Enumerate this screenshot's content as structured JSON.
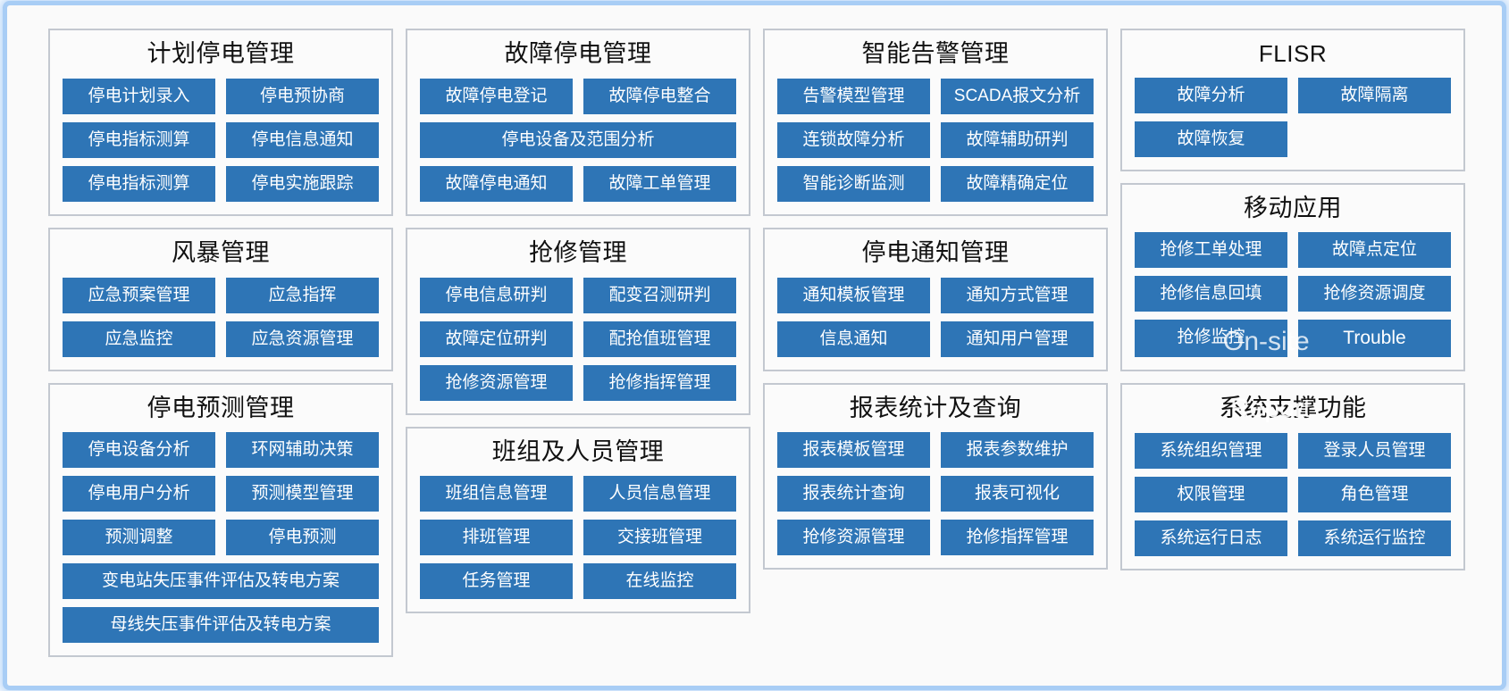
{
  "theme": {
    "button_blue": "#2e75b6",
    "panel_border": "#c3c8d0",
    "page_background": "#fafafa",
    "glow_blue": "#a8cdf5",
    "title_color": "#111111"
  },
  "overlays": [
    {
      "id": "on-site",
      "text": "On-site"
    },
    {
      "id": "report",
      "text": "Report"
    }
  ],
  "columns": [
    {
      "panels": [
        {
          "title": "计划停电管理",
          "rows": [
            [
              "停电计划录入",
              "停电预协商"
            ],
            [
              "停电指标测算",
              "停电信息通知"
            ],
            [
              "停电指标测算",
              "停电实施跟踪"
            ]
          ]
        },
        {
          "title": "风暴管理",
          "rows": [
            [
              "应急预案管理",
              "应急指挥"
            ],
            [
              "应急监控",
              "应急资源管理"
            ]
          ]
        },
        {
          "title": "停电预测管理",
          "rows": [
            [
              "停电设备分析",
              "环网辅助决策"
            ],
            [
              "停电用户分析",
              "预测模型管理"
            ],
            [
              "预测调整",
              "停电预测"
            ],
            [
              "变电站失压事件评估及转电方案"
            ],
            [
              "母线失压事件评估及转电方案"
            ]
          ]
        }
      ]
    },
    {
      "panels": [
        {
          "title": "故障停电管理",
          "rows": [
            [
              "故障停电登记",
              "故障停电整合"
            ],
            [
              "停电设备及范围分析"
            ],
            [
              "故障停电通知",
              "故障工单管理"
            ]
          ]
        },
        {
          "title": "抢修管理",
          "rows": [
            [
              "停电信息研判",
              "配变召测研判"
            ],
            [
              "故障定位研判",
              "配抢值班管理"
            ],
            [
              "抢修资源管理",
              "抢修指挥管理"
            ]
          ]
        },
        {
          "title": "班组及人员管理",
          "rows": [
            [
              "班组信息管理",
              "人员信息管理"
            ],
            [
              "排班管理",
              "交接班管理"
            ],
            [
              "任务管理",
              "在线监控"
            ]
          ]
        }
      ]
    },
    {
      "panels": [
        {
          "title": "智能告警管理",
          "rows": [
            [
              "告警模型管理",
              "SCADA报文分析"
            ],
            [
              "连锁故障分析",
              "故障辅助研判"
            ],
            [
              "智能诊断监测",
              "故障精确定位"
            ]
          ]
        },
        {
          "title": "停电通知管理",
          "rows": [
            [
              "通知模板管理",
              "通知方式管理"
            ],
            [
              "信息通知",
              "通知用户管理"
            ]
          ]
        },
        {
          "title": "报表统计及查询",
          "rows": [
            [
              "报表模板管理",
              "报表参数维护"
            ],
            [
              "报表统计查询",
              "报表可视化"
            ],
            [
              "抢修资源管理",
              "抢修指挥管理"
            ]
          ]
        }
      ]
    },
    {
      "panels": [
        {
          "title": "FLISR",
          "latin_title": true,
          "rows": [
            [
              "故障分析",
              "故障隔离"
            ],
            [
              "故障恢复",
              ""
            ]
          ]
        },
        {
          "title": "移动应用",
          "rows": [
            [
              "抢修工单处理",
              "故障点定位"
            ],
            [
              "抢修信息回填",
              "抢修资源调度"
            ],
            [
              "抢修监控",
              "Trouble"
            ]
          ]
        },
        {
          "title": "系统支撑功能",
          "rows": [
            [
              "系统组织管理",
              "登录人员管理"
            ],
            [
              "权限管理",
              "角色管理"
            ],
            [
              "系统运行日志",
              "系统运行监控"
            ]
          ]
        }
      ]
    }
  ]
}
